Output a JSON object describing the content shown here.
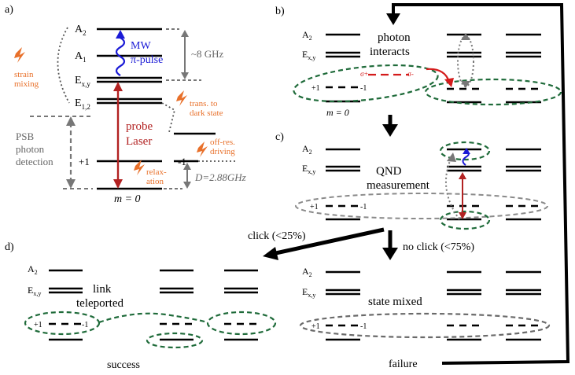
{
  "panels": {
    "a": {
      "label": "a)",
      "levels": {
        "A2": "A",
        "A2_sub": "2",
        "A1": "A",
        "A1_sub": "1",
        "Exy": "E",
        "Exy_sub": "x,y",
        "E12": "E",
        "E12_sub": "1,2",
        "plus1": "+1",
        "minus1": "-1",
        "m0": "m = 0"
      },
      "mw": "MW",
      "pi_pulse": "π-pulse",
      "ghz8": "~8 GHz",
      "strain1": "strain",
      "strain2": "mixing",
      "trans1": "trans. to",
      "trans2": "dark state",
      "probe1": "probe",
      "probe2": "Laser",
      "psb1": "PSB",
      "psb2": "photon",
      "psb3": "detection",
      "relax1": "relax-",
      "relax2": "ation",
      "offres1": "off-res.",
      "offres2": "driving",
      "dsplit": "D=2.88GHz"
    },
    "b": {
      "label": "b)",
      "A2": "A",
      "A2_sub": "2",
      "Exy": "E",
      "Exy_sub": "x,y",
      "plus1": "+1",
      "minus1": "-1",
      "m0": "m = 0",
      "photon1": "photon",
      "photon2": "interacts",
      "sigma_plus": "σ+",
      "sigma_minus": "σ-"
    },
    "c": {
      "label": "c)",
      "A2": "A",
      "A2_sub": "2",
      "Exy": "E",
      "Exy_sub": "x,y",
      "plus1": "+1",
      "minus1": "-1",
      "qnd1": "QND",
      "qnd2": "measurement"
    },
    "d": {
      "label": "d)",
      "A2": "A",
      "A2_sub": "2",
      "Exy": "E",
      "Exy_sub": "x,y",
      "plus1": "+1",
      "minus1": "-1",
      "link1": "link",
      "link2": "teleported",
      "success": "success"
    },
    "e": {
      "A2": "A",
      "A2_sub": "2",
      "Exy": "E",
      "Exy_sub": "x,y",
      "plus1": "+1",
      "minus1": "-1",
      "mixed": "state mixed",
      "failure": "failure"
    }
  },
  "arrows": {
    "click": "click (<25%)",
    "noclick": "no click (<75%)"
  },
  "colors": {
    "probe": "#b22222",
    "mw": "#1a1ad6",
    "annotation": "#e8702a",
    "ellipse_green": "#1f6b3a",
    "gray": "#8a8a8a"
  }
}
